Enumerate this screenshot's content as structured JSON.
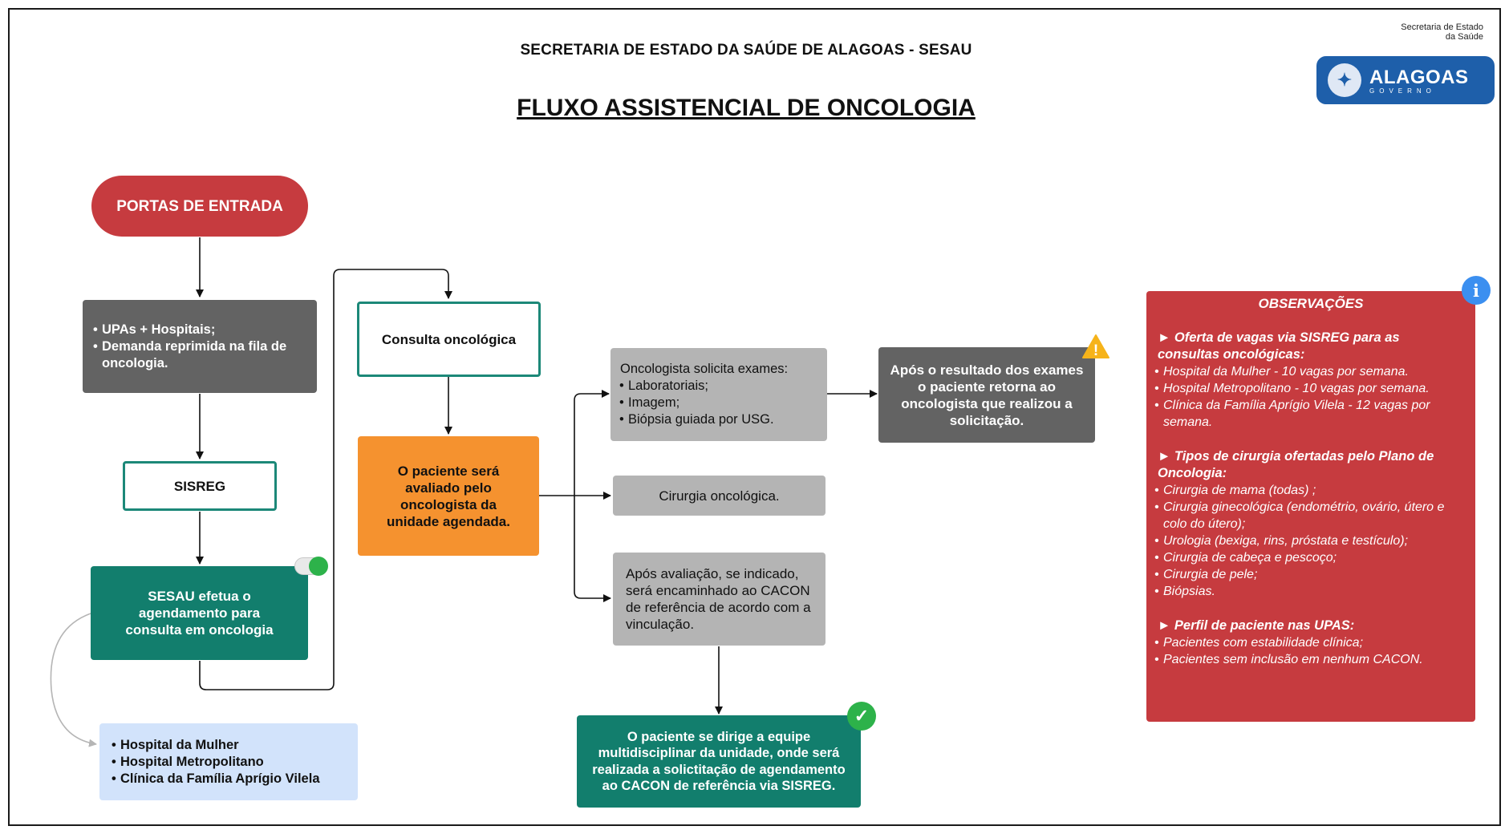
{
  "header": {
    "org": "SECRETARIA DE ESTADO DA SAÚDE DE ALAGOAS - SESAU",
    "title": "FLUXO ASSISTENCIAL DE ONCOLOGIA",
    "logo_caption_line1": "Secretaria de Estado",
    "logo_caption_line2": "da Saúde",
    "logo_word": "ALAGOAS",
    "logo_sub": "GOVERNO"
  },
  "nodes": {
    "start": "PORTAS DE ENTRADA",
    "entry": [
      "UPAs + Hospitais;",
      "Demanda reprimida na fila de oncologia."
    ],
    "sisreg": "SISREG",
    "sesau": "SESAU efetua o agendamento para consulta em oncologia",
    "hospitals": [
      "Hospital da Mulher",
      "Hospital Metropolitano",
      "Clínica da Família Aprígio Vilela"
    ],
    "consulta": "Consulta oncológica",
    "avaliado": "O paciente será avaliado pelo oncologista da unidade agendada.",
    "exames_title": "Oncologista solicita exames:",
    "exames": [
      "Laboratoriais;",
      "Imagem;",
      "Biópsia guiada por USG."
    ],
    "cirurgia": "Cirurgia oncológica.",
    "cacon": "Após avaliação, se indicado, será encaminhado ao CACON de referência de acordo com a vinculação.",
    "retorno": "Após o resultado dos exames o paciente retorna ao oncologista que realizou a solicitação.",
    "equipe": "O paciente se dirige a equipe multidisciplinar da unidade, onde será realizada a solictitação de agendamento ao CACON de referência via SISREG."
  },
  "observacoes": {
    "title": "OBSERVAÇÕES",
    "sections": [
      {
        "heading": "► Oferta de vagas via SISREG para as consultas oncológicas:",
        "items": [
          "Hospital da Mulher - 10 vagas por semana.",
          "Hospital Metropolitano - 10 vagas por semana.",
          "Clínica da Família Aprígio Vilela - 12 vagas por semana."
        ]
      },
      {
        "heading": "► Tipos de cirurgia ofertadas pelo Plano de Oncologia:",
        "items": [
          "Cirurgia de mama (todas) ;",
          "Cirurgia ginecológica (endométrio, ovário, útero e colo do útero);",
          "Urologia (bexiga, rins, próstata e testículo);",
          "Cirurgia de cabeça e pescoço;",
          "Cirurgia de pele;",
          "Biópsias."
        ]
      },
      {
        "heading": "► Perfil de paciente nas UPAS:",
        "items": [
          "Pacientes com estabilidade clínica;",
          "Pacientes sem inclusão em nenhum CACON."
        ]
      }
    ]
  },
  "icons": {
    "info": "i",
    "warning": "!",
    "check": "✓"
  },
  "colors": {
    "red": "#c63b3f",
    "teal": "#127e6d",
    "orange": "#f5922f",
    "gray_dark": "#636363",
    "gray_light": "#b4b4b4",
    "light_blue": "#d2e3fb",
    "logo_blue": "#1e5faa"
  }
}
